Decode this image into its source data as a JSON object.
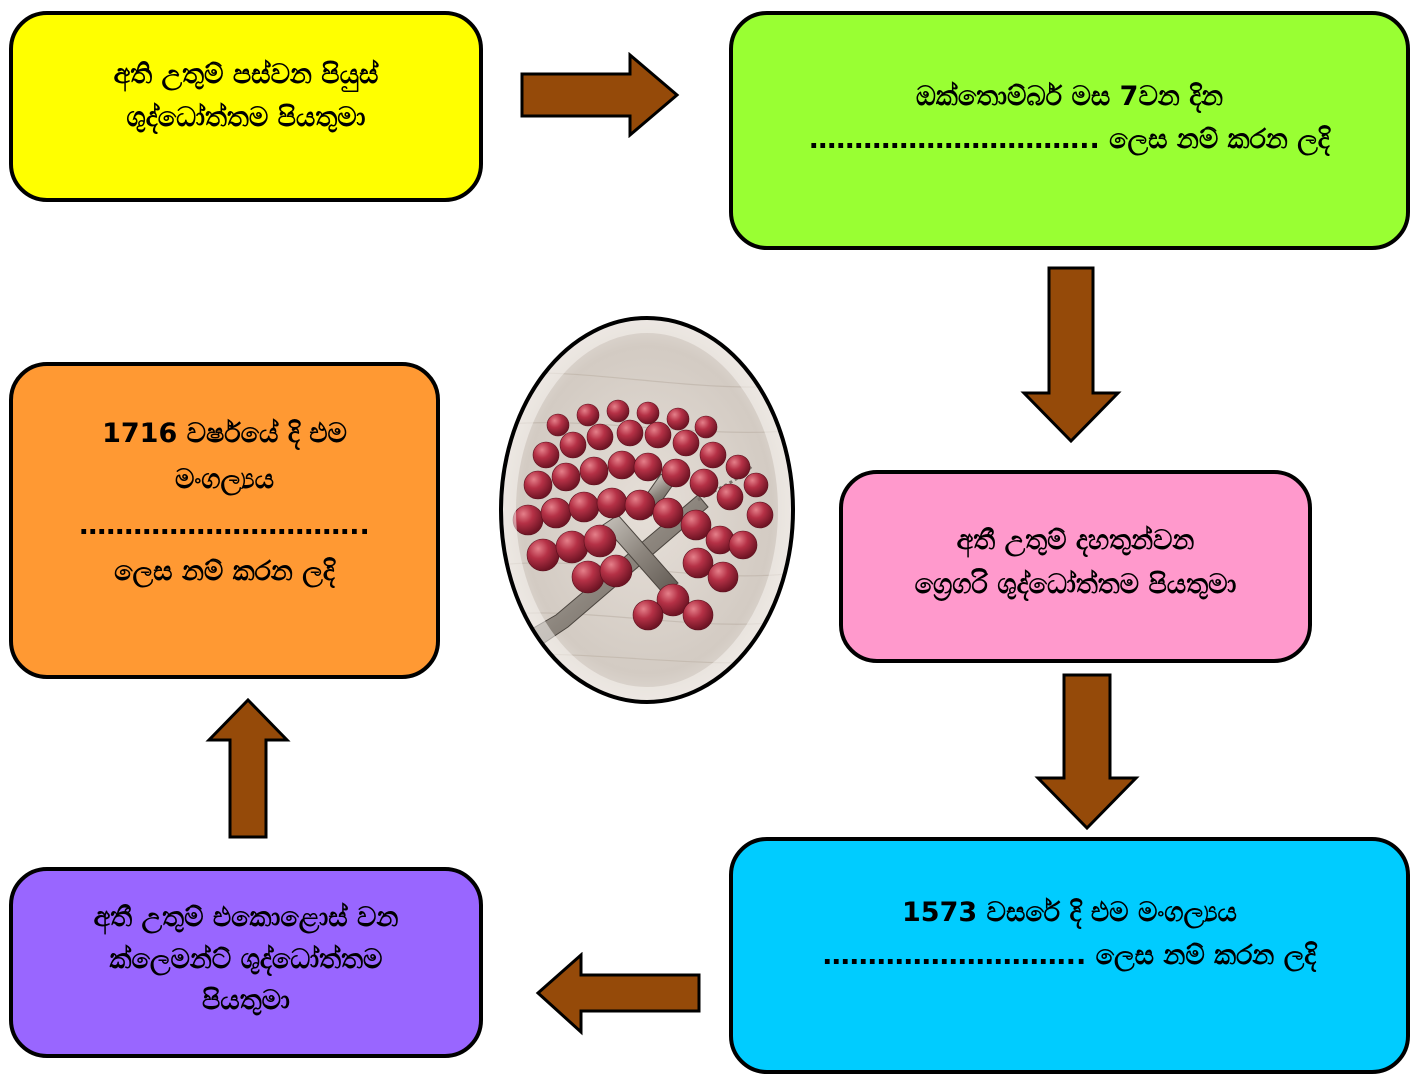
{
  "boxes": {
    "yellow": {
      "lines": [
        "අති උතුම් පස්වන පියුස්",
        "ශුද්ධෝත්තම පියතුමා"
      ],
      "color": "#ffff00"
    },
    "green": {
      "lines": [
        "ඔක්තොම්බර් මස 7වන දින",
        "………………………….. ලෙස නම් කරන ලදි"
      ],
      "color": "#99ff33"
    },
    "pink": {
      "lines": [
        "අතී උතුම් දහතුන්වන",
        "ග්‍රෙගරි ශුද්ධෝත්තම පියතුමා"
      ],
      "color": "#ff99cc"
    },
    "blue": {
      "lines": [
        "1573 වසරේ දි එම මංගල්‍යය",
        "……………………….. ලෙස නම් කරන ලදි"
      ],
      "color": "#00ccff"
    },
    "purple": {
      "lines": [
        "අතී උතුම් එකොළොස් වන",
        "ක්ලෙමන්ට් ශුද්ධෝත්තම",
        "පියතුමා"
      ],
      "color": "#9966ff"
    },
    "orange": {
      "lines": [
        "1716 වර්ෂයේ දි එම",
        "මංගල්‍යය",
        "…………………………..",
        "ලෙස නම් කරන ලදි"
      ],
      "color": "#ff9933"
    }
  },
  "arrow_color": "#954a09",
  "arrow_directions": [
    "right",
    "down",
    "down",
    "left",
    "up"
  ],
  "center_image": "rosary-beads-photo"
}
